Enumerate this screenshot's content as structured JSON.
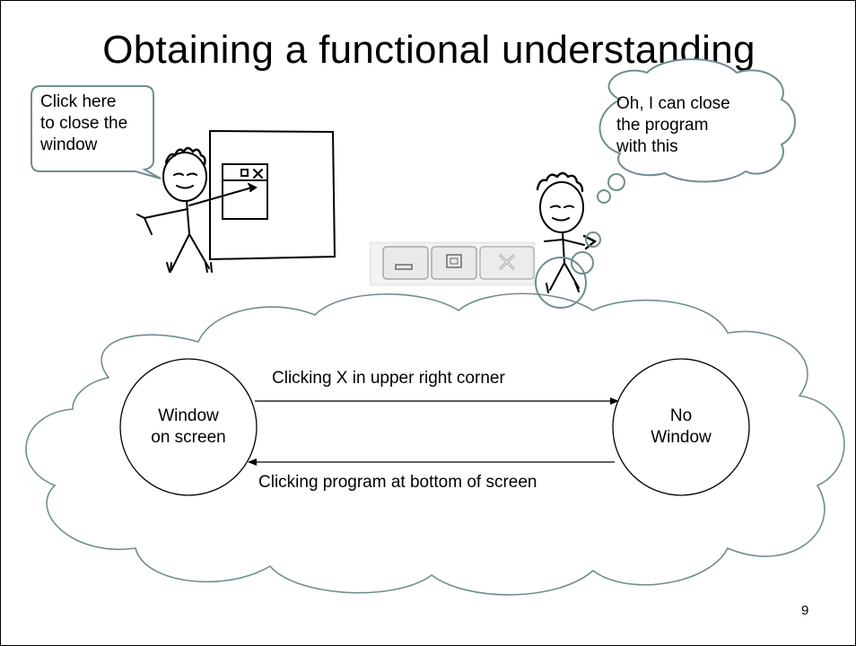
{
  "slide": {
    "title": "Obtaining a functional understanding",
    "page_number": "9"
  },
  "speech_bubble": {
    "text": "Click here\nto close the\nwindow"
  },
  "thought_bubble": {
    "text": "Oh, I can close\nthe program\nwith this"
  },
  "window_controls": {
    "buttons": [
      "minimize",
      "maximize",
      "close"
    ]
  },
  "state_diagram": {
    "states": [
      {
        "id": "window-on-screen",
        "label": "Window\non screen"
      },
      {
        "id": "no-window",
        "label": "No\nWindow"
      }
    ],
    "transitions": [
      {
        "from": "window-on-screen",
        "to": "no-window",
        "label": "Clicking X in upper right corner"
      },
      {
        "from": "no-window",
        "to": "window-on-screen",
        "label": "Clicking program at bottom of screen"
      }
    ]
  },
  "colors": {
    "bubble_stroke": "#6f8e8e",
    "line": "#000000"
  }
}
